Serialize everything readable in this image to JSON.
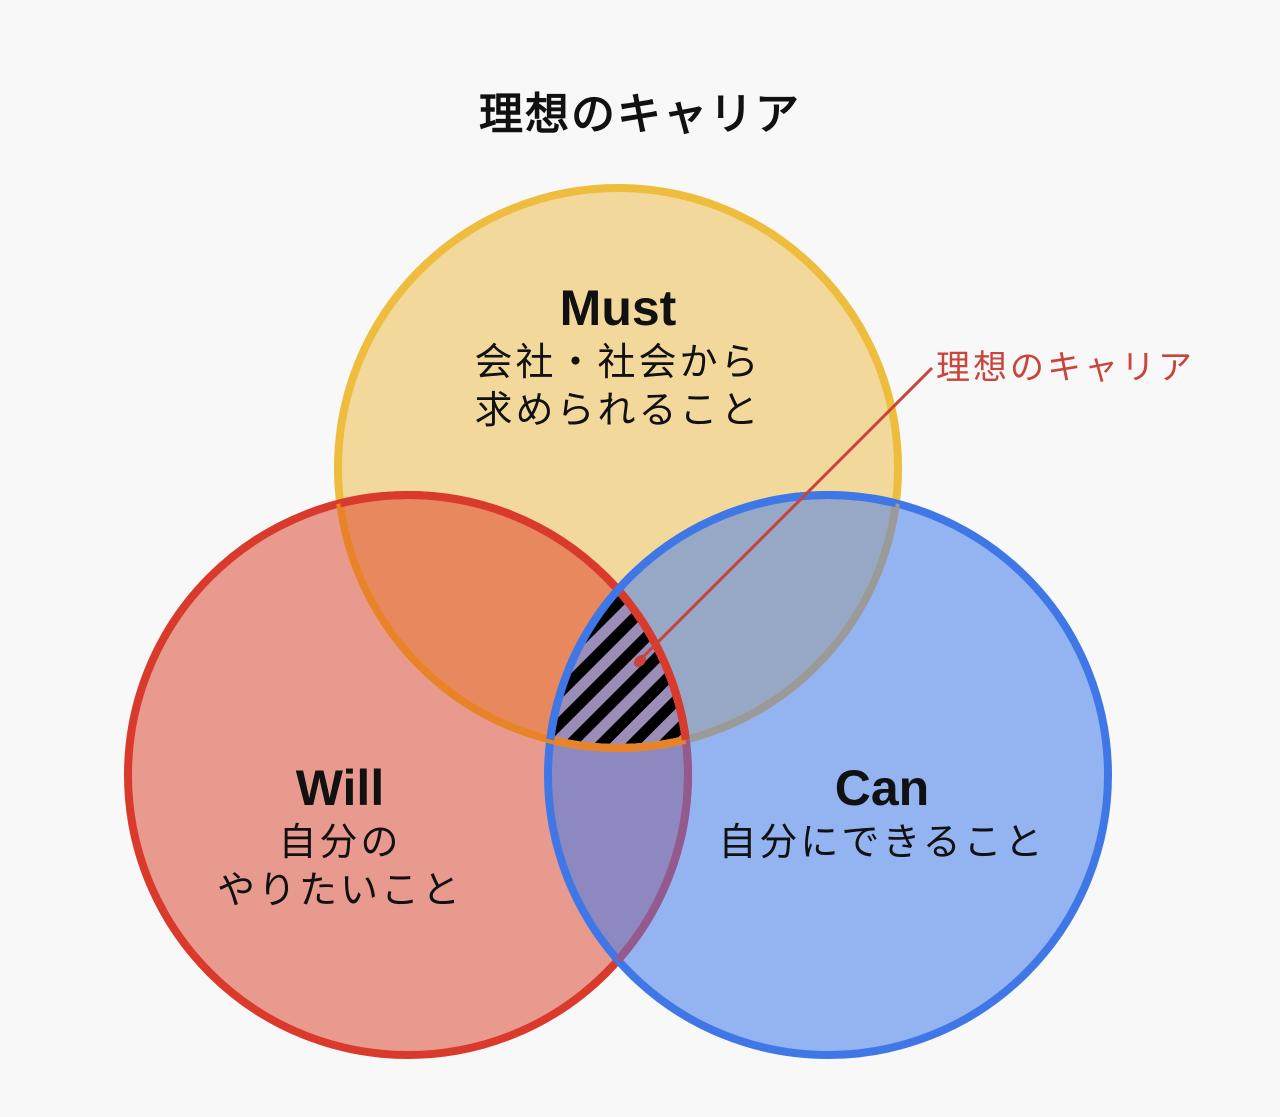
{
  "title": "理想のキャリア",
  "colors": {
    "background": "#f8f8f8",
    "must_fill": "#f3d89c",
    "must_stroke": "#eebd3e",
    "will_fill": "#e46d63",
    "will_stroke": "#d93a2b",
    "can_fill": "#6b96ee",
    "can_stroke": "#3f78e6",
    "callout": "#c9443a",
    "hatch": "#000000"
  },
  "circles": {
    "must": {
      "heading": "Must",
      "line1": "会社・社会から",
      "line2": "求められること"
    },
    "will": {
      "heading": "Will",
      "line1": "自分の",
      "line2": "やりたいこと"
    },
    "can": {
      "heading": "Can",
      "line1": "自分にできること"
    }
  },
  "callout": {
    "label": "理想のキャリア",
    "target": "Must ∩ Will ∩ Can"
  }
}
